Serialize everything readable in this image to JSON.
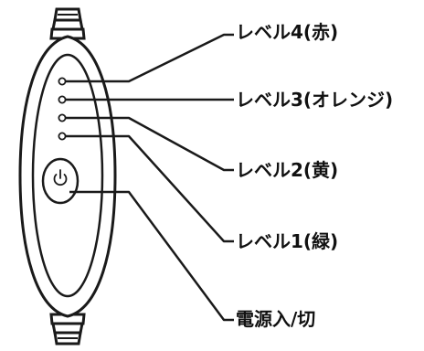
{
  "labels": {
    "level4": "レベル4(赤)",
    "level3": "レベル3(オレンジ)",
    "level2": "レベル2(黄)",
    "level1": "レベル1(緑)",
    "power": "電源入/切"
  },
  "indicators": [
    {
      "name": "level4-led",
      "color": "#ffffff"
    },
    {
      "name": "level3-led",
      "color": "#ffffff"
    },
    {
      "name": "level2-led",
      "color": "#ffffff"
    },
    {
      "name": "level1-led",
      "color": "#ffffff"
    }
  ],
  "icons": {
    "power_button": "power-icon"
  },
  "colors": {
    "outline": "#1a1a1a",
    "background": "#ffffff"
  }
}
